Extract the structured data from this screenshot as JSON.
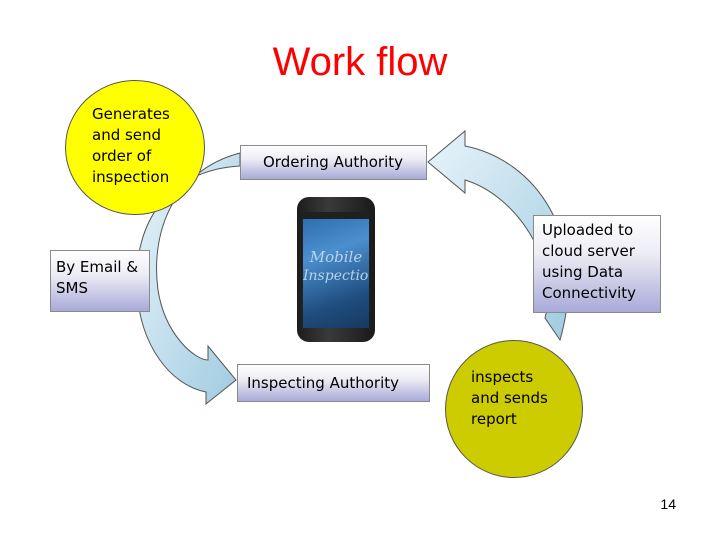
{
  "title": "Work flow",
  "nodes": {
    "generates": [
      "Generates",
      "and send",
      "order of",
      "inspection"
    ],
    "ordering_authority": "Ordering Authority",
    "by_email": [
      "By Email &",
      "SMS"
    ],
    "uploaded": [
      "Uploaded to",
      "cloud server",
      "using Data",
      "Connectivity"
    ],
    "inspecting_authority": "Inspecting  Authority",
    "inspects": [
      "inspects",
      "and sends",
      "report"
    ]
  },
  "phone": {
    "line1": "Mobile",
    "line2": "Inspection"
  },
  "page_number": "14",
  "colors": {
    "title": "#ff0000",
    "yellow_circle": "#ffff00",
    "olive_circle": "#cccc00",
    "arrow_fill": "#bfe0f0"
  }
}
